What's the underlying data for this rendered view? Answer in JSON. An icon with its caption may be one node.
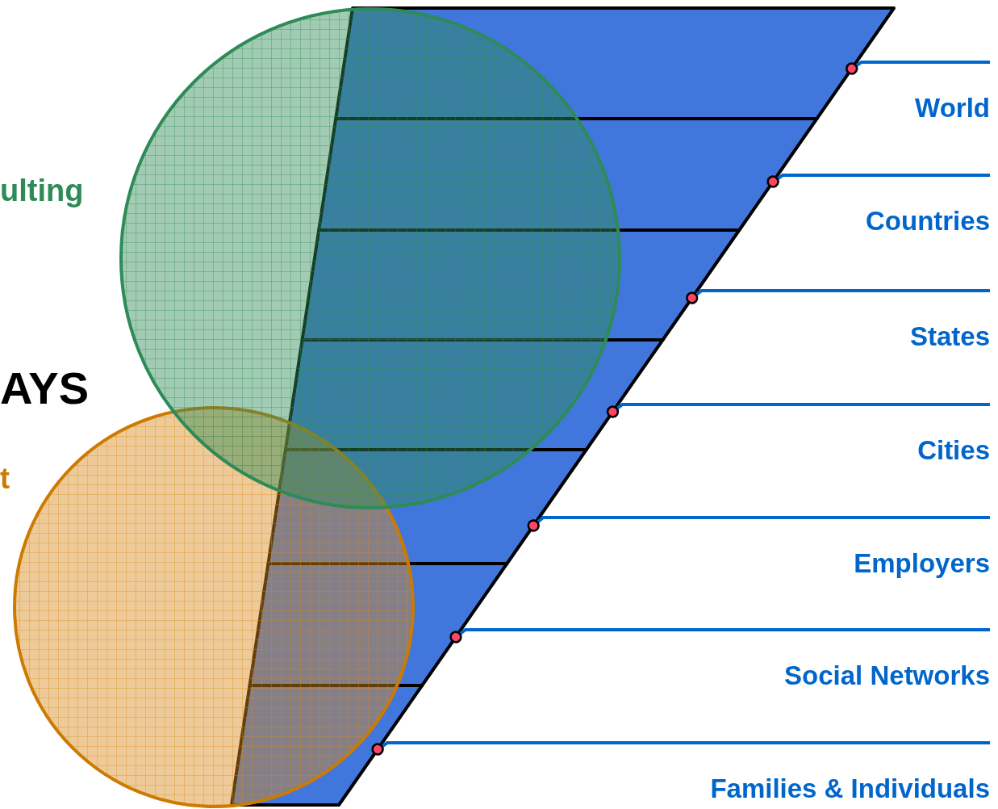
{
  "diagram": {
    "nodes": [
      {
        "text": [],
        "shape": "bar"
      },
      {
        "text": [],
        "shape": "bar"
      },
      {
        "text": [],
        "shape": "bar"
      },
      {
        "text": [],
        "shape": "bar"
      },
      {
        "text": [],
        "shape": "bar"
      },
      {
        "text": [],
        "shape": "bar"
      },
      {
        "text": [],
        "shape": "bar"
      },
      {
        "text": [
          "World"
        ]
      },
      {
        "text": [
          "Countries"
        ]
      },
      {
        "text": [
          "States"
        ]
      },
      {
        "text": [
          "Cities"
        ]
      },
      {
        "text": [
          "Employers"
        ]
      },
      {
        "text": [
          "Social Networks"
        ]
      },
      {
        "text": [
          "Families & Individuals"
        ]
      }
    ],
    "edges": [
      {
        "from": 7,
        "to": 0,
        "arrow": "other"
      },
      {
        "from": 8,
        "to": 1,
        "arrow": "other"
      },
      {
        "from": 9,
        "to": 2,
        "arrow": "other"
      },
      {
        "from": 10,
        "to": 3,
        "arrow": "other"
      },
      {
        "from": 11,
        "to": 4,
        "arrow": "other"
      },
      {
        "from": 12,
        "to": 5,
        "arrow": "other"
      },
      {
        "from": 13,
        "to": 6,
        "arrow": "other"
      }
    ],
    "labels": [
      "ulting",
      "AYS",
      "t"
    ]
  }
}
